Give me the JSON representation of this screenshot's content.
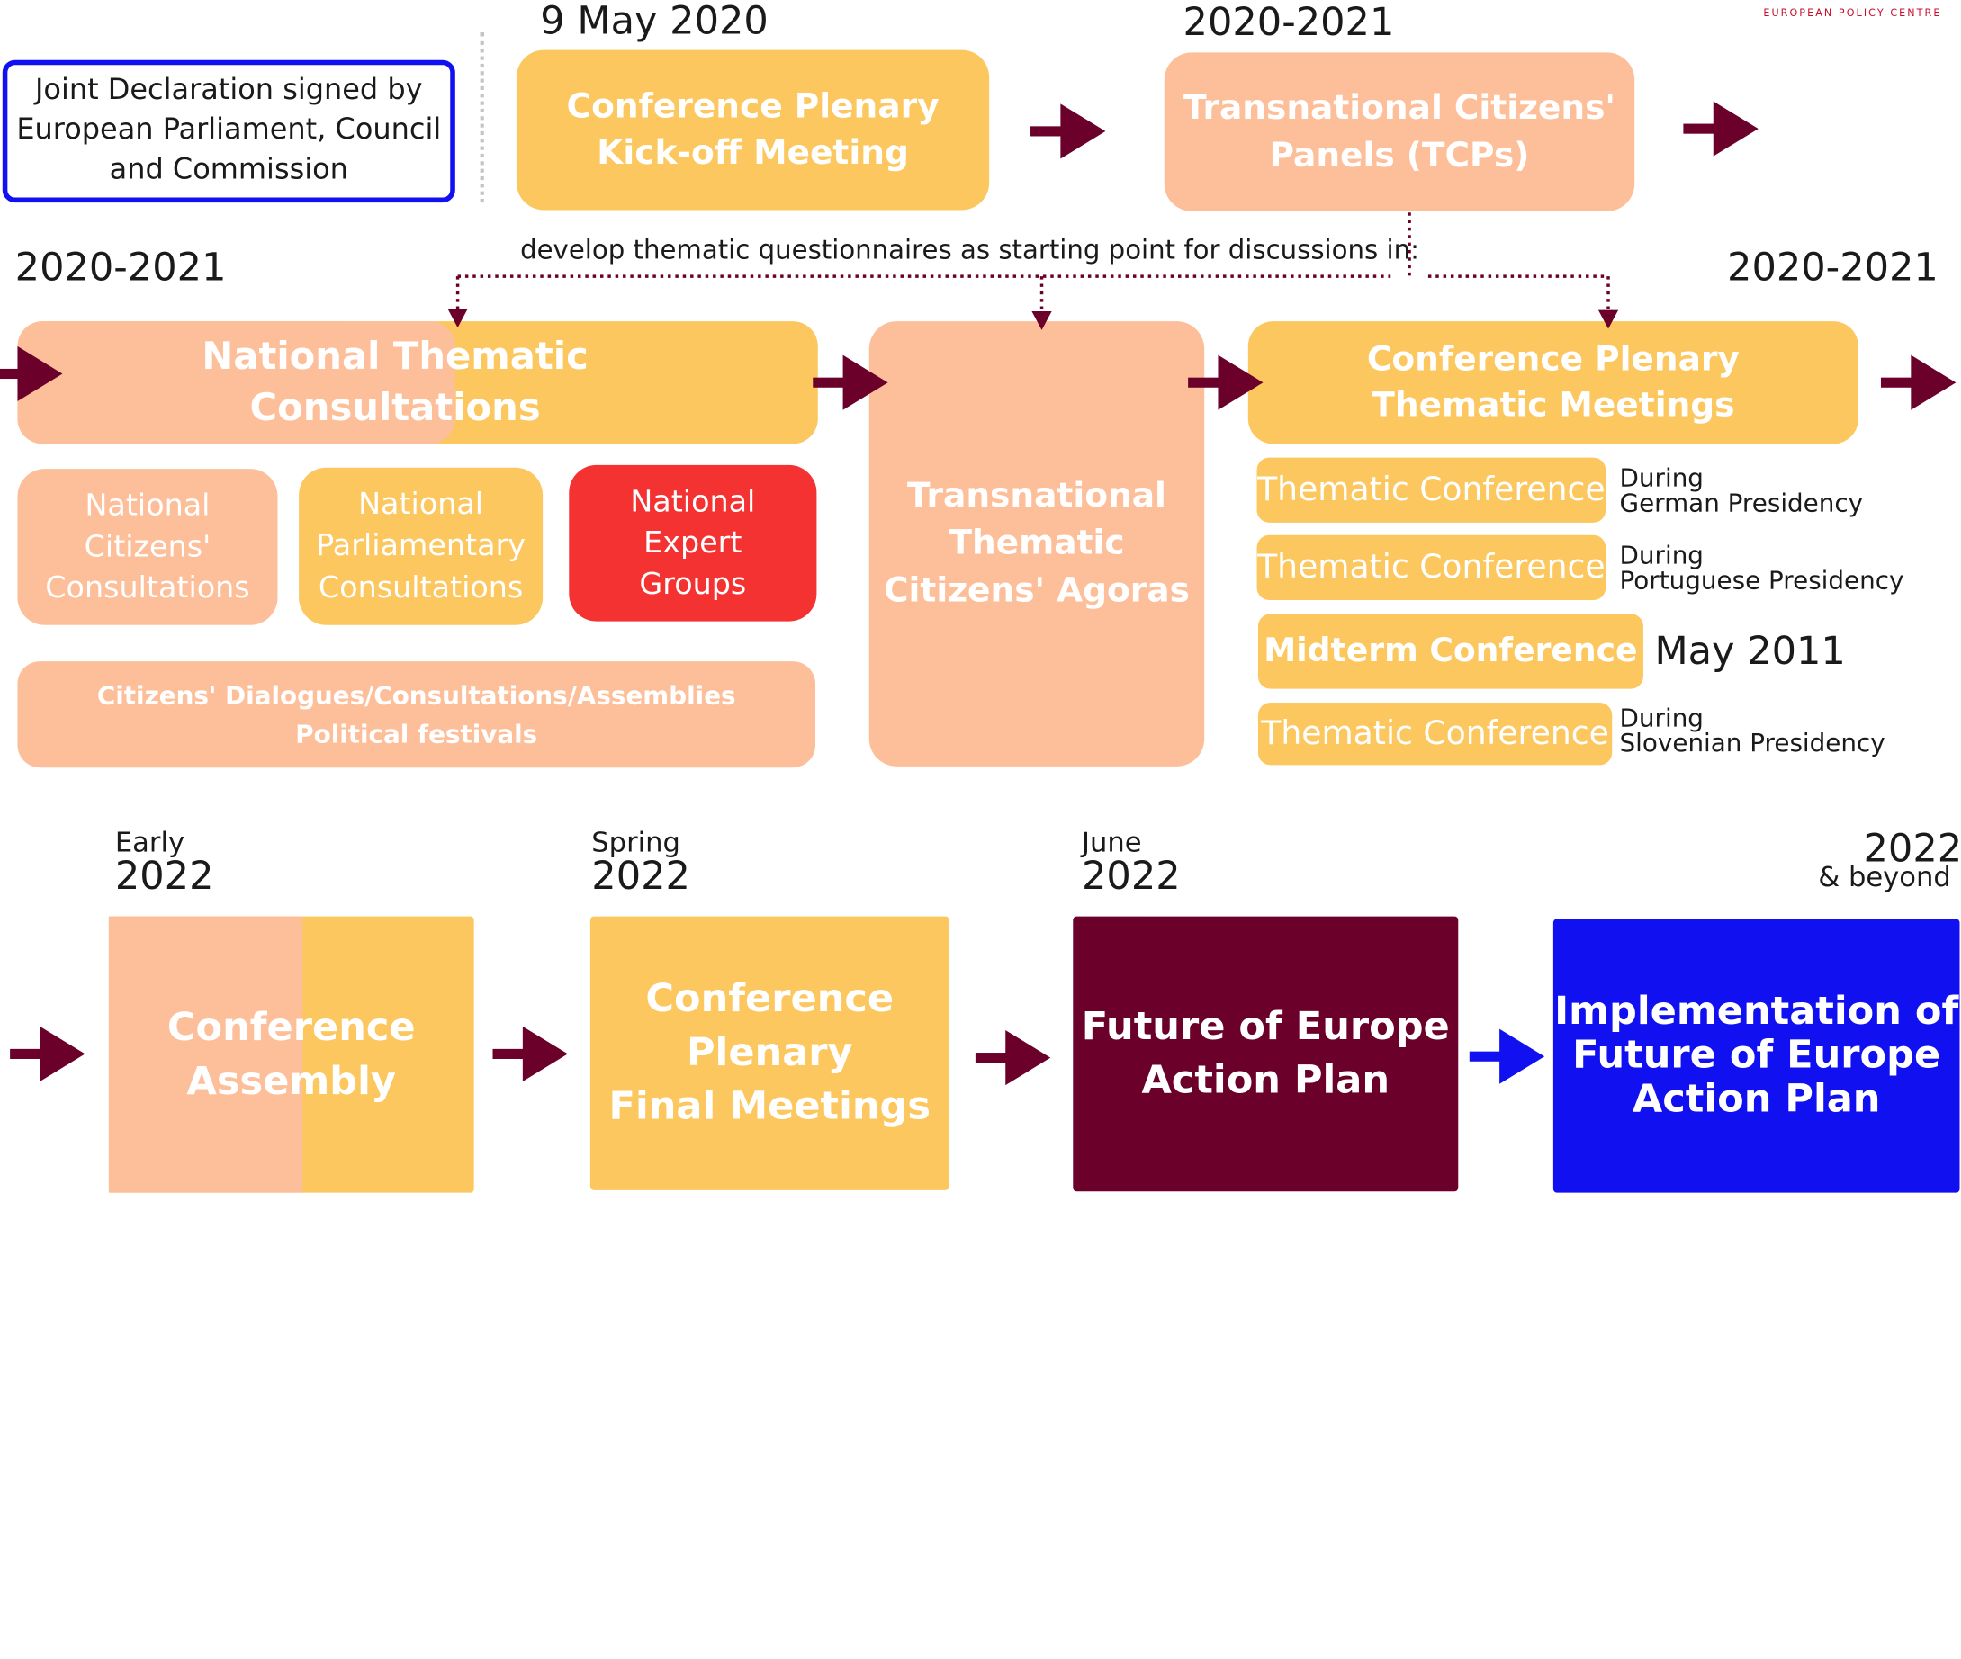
{
  "logo": {
    "text": "EUROPEAN POLICY CENTRE"
  },
  "colors": {
    "peach": "#fdbf9a",
    "gold": "#fbc75e",
    "red": "#f53232",
    "maroon": "#6b002a",
    "blue": "#1010f0",
    "arrow": "#6b002a"
  },
  "dates": {
    "kickoff": "9 May 2020",
    "tcp": "2020-2021",
    "national": "2020-2021",
    "plenary_thematic": "2020-2021",
    "assembly_small": "Early",
    "assembly_big": "2022",
    "final_small": "Spring",
    "final_big": "2022",
    "action_small": "June",
    "action_big": "2022",
    "impl_big": "2022",
    "impl_small": "& beyond"
  },
  "boxes": {
    "joint_declaration": "Joint Declaration signed by\nEuropean Parliament, Council\nand Commission",
    "kickoff": "Conference Plenary\nKick-off Meeting",
    "tcp": "Transnational Citizens'\nPanels (TCPs)",
    "national_thematic": "National Thematic\nConsultations",
    "national_citizens": "National\nCitizens'\nConsultations",
    "national_parliamentary": "National\nParliamentary\nConsultations",
    "national_expert": "National\nExpert\nGroups",
    "dialogues": "Citizens'  Dialogues/Consultations/Assemblies\nPolitical festivals",
    "agoras": "Transnational\nThematic\nCitizens' Agoras",
    "plenary_thematic": "Conference Plenary\nThematic Meetings",
    "thematic_1": "Thematic Conference",
    "thematic_2": "Thematic Conference",
    "midterm": "Midterm Conference",
    "thematic_3": "Thematic Conference",
    "assembly": "Conference\nAssembly",
    "final_meetings": "Conference\nPlenary\nFinal Meetings",
    "action_plan": "Future of Europe\nAction Plan",
    "implementation": "Implementation of\nFuture of Europe\nAction Plan"
  },
  "notes": {
    "questionnaires": "develop thematic questionnaires as starting point for discussions in:",
    "german": "During\nGerman Presidency",
    "portuguese": "During\nPortuguese Presidency",
    "midterm_date": "May 2011",
    "slovenian": "During\nSlovenian Presidency"
  }
}
